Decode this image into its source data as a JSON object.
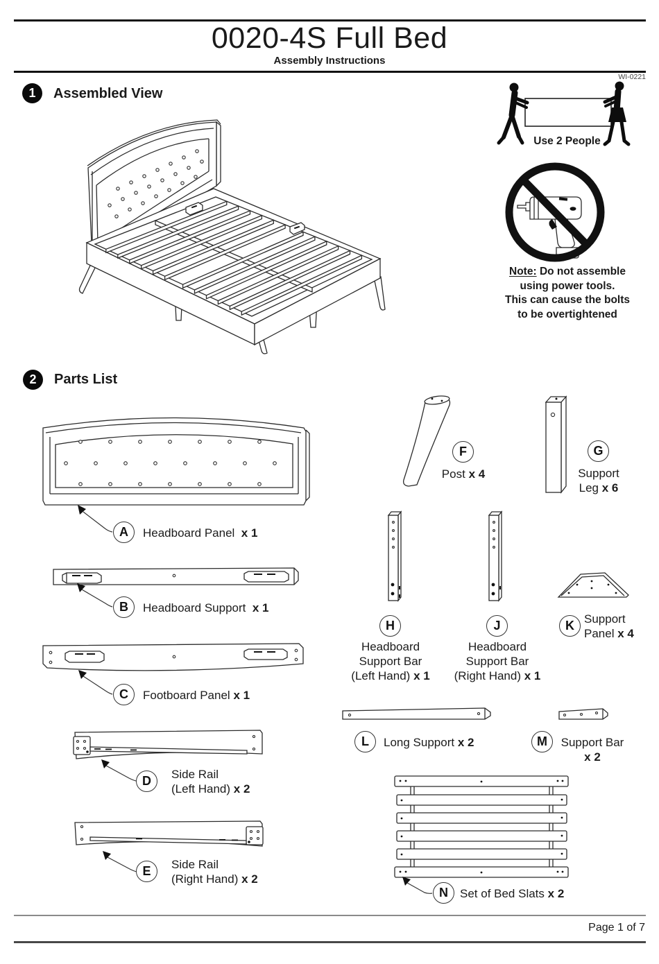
{
  "page": {
    "ink": "#1a1a1a",
    "paper": "#ffffff"
  },
  "header": {
    "title": "0020-4S Full Bed",
    "subtitle": "Assembly Instructions",
    "doc_code": "WI-0221"
  },
  "section1": {
    "number": "1",
    "title": "Assembled View"
  },
  "section2": {
    "number": "2",
    "title": "Parts List"
  },
  "advisories": {
    "use_two_people": "Use 2 People",
    "note_label": "Note:",
    "note_line1": "Do not assemble",
    "note_line2": "using power tools.",
    "note_line3": "This can cause the bolts",
    "note_line4": "to be overtightened"
  },
  "parts": {
    "A": {
      "letter": "A",
      "name": "Headboard Panel",
      "qty": "x 1"
    },
    "B": {
      "letter": "B",
      "name": "Headboard Support",
      "qty": "x 1"
    },
    "C": {
      "letter": "C",
      "name": "Footboard Panel",
      "qty": "x 1"
    },
    "D": {
      "letter": "D",
      "name": "Side Rail",
      "name2": "(Left Hand)",
      "qty": "x 2"
    },
    "E": {
      "letter": "E",
      "name": "Side Rail",
      "name2": "(Right Hand)",
      "qty": "x 2"
    },
    "F": {
      "letter": "F",
      "name": "Post",
      "qty": "x 4"
    },
    "G": {
      "letter": "G",
      "name": "Support",
      "name2": "Leg",
      "qty": "x 6"
    },
    "H": {
      "letter": "H",
      "name": "Headboard",
      "name2": "Support Bar",
      "name3": "(Left Hand)",
      "qty": "x 1"
    },
    "J": {
      "letter": "J",
      "name": "Headboard",
      "name2": "Support Bar",
      "name3": "(Right Hand)",
      "qty": "x 1"
    },
    "K": {
      "letter": "K",
      "name": "Support",
      "name2": "Panel",
      "qty": "x 4"
    },
    "L": {
      "letter": "L",
      "name": "Long Support",
      "qty": "x 2"
    },
    "M": {
      "letter": "M",
      "name": "Support Bar",
      "qty": "x 2"
    },
    "N": {
      "letter": "N",
      "name": "Set of Bed Slats",
      "qty": "x 2"
    }
  },
  "footer": {
    "page_label": "Page 1 of 7"
  }
}
